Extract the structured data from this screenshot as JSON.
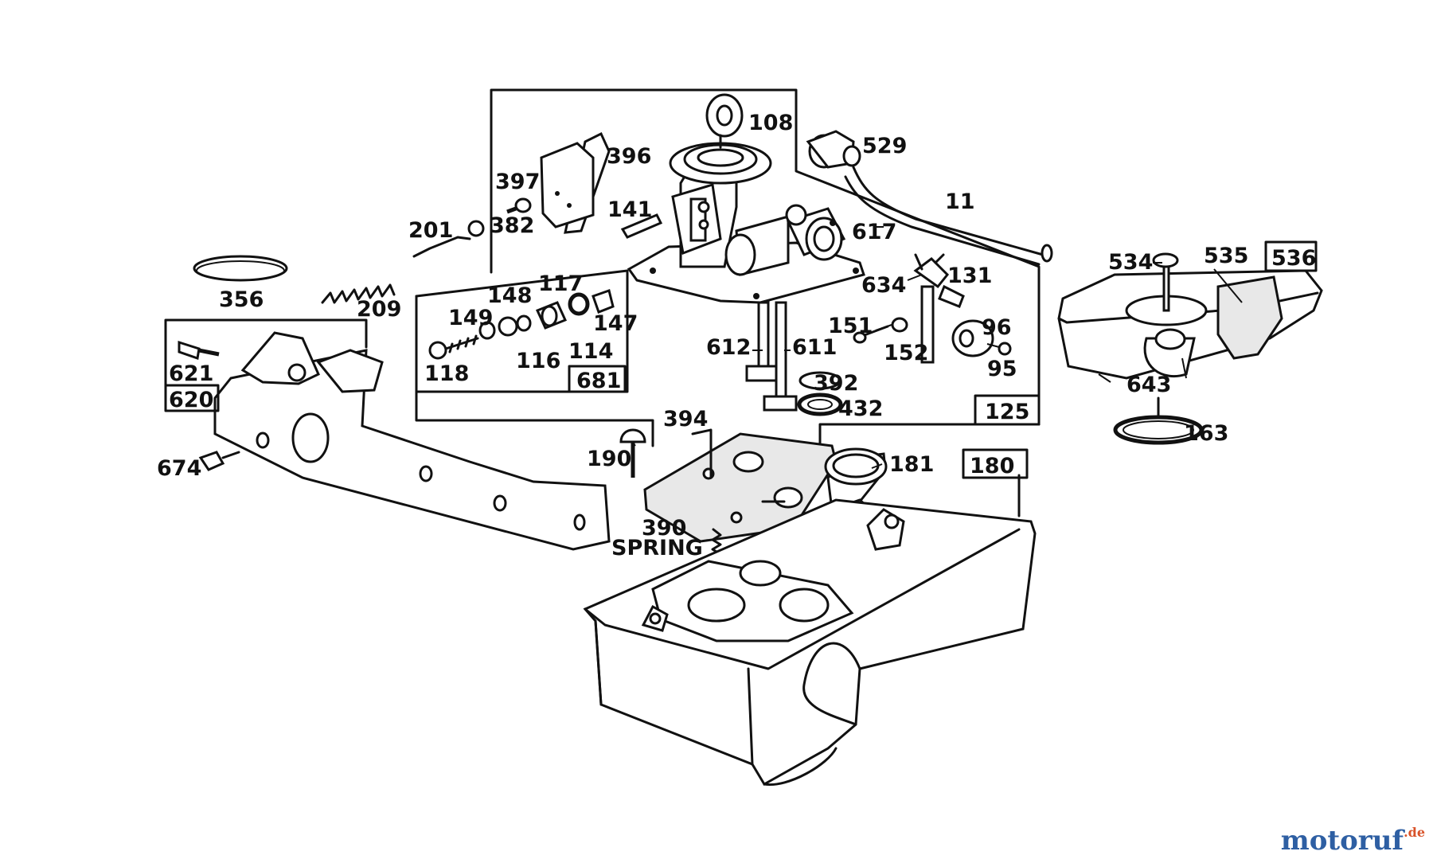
{
  "labels": {
    "l108": "108",
    "l529": "529",
    "l396": "396",
    "l397": "397",
    "l11": "11",
    "l141": "141",
    "l201": "201",
    "l382": "382",
    "l617": "617",
    "l534": "534",
    "l535": "535",
    "l536": "536",
    "l634": "634",
    "l131": "131",
    "l356": "356",
    "l209": "209",
    "l117": "117",
    "l148": "148",
    "l149": "149",
    "l147": "147",
    "l116": "116",
    "l114": "114",
    "l118": "118",
    "l681": "681",
    "l612": "612",
    "l611": "611",
    "l151": "151",
    "l152": "152",
    "l96": "96",
    "l95": "95",
    "l392": "392",
    "l432": "432",
    "l125": "125",
    "l643": "643",
    "l163": "163",
    "l621": "621",
    "l620": "620",
    "l674": "674",
    "l394": "394",
    "l190": "190",
    "l181": "181",
    "l180": "180",
    "l390": "390",
    "spring": "SPRING"
  },
  "boxed_labels": [
    "536",
    "681",
    "125",
    "620",
    "180"
  ],
  "watermark": {
    "brand": "motoruf",
    "suffix": ".de"
  },
  "colors": {
    "ink": "#111111",
    "brand_blue": "#2e5fa3",
    "brand_orange": "#d9532a"
  }
}
